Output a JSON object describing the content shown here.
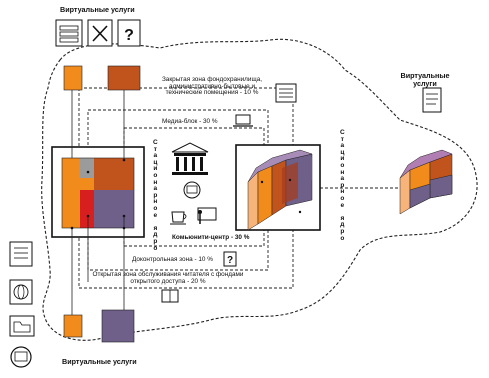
{
  "labels": {
    "virtual_services_top": "Виртуальные услуги",
    "virtual_services_right": "Виртуальные\nуслуги",
    "virtual_services_bottom": "Виртуальные услуги",
    "closed_zone": "Закрытая зона фондохранилища,\nадминистративно-бытовые и\nтехнические помещения - 10 %",
    "media_block": "Медиа-блок - 30 %",
    "community_center": "Комьюнити-центр - 30 %",
    "precontrol_zone": "Доконтрольная зона - 10 %",
    "open_zone": "Открытая зона обслуживания читателя с фондами\nоткрытого доступа - 20 %",
    "stationary_core": "Стационарное ядро"
  },
  "icons": {
    "top": [
      "books-icon",
      "tools-icon",
      "question-icon"
    ],
    "left": [
      "catalog-icon",
      "globe-icon",
      "folder-icon",
      "person-icon"
    ],
    "center": [
      "library-building-icon",
      "gallery-icon",
      "coffee-icon",
      "lecture-icon"
    ],
    "small": [
      "list-icon",
      "laptop-icon",
      "question-small-icon",
      "reader-icon"
    ],
    "right": [
      "document-icon"
    ]
  },
  "colors": {
    "orange": "#f08b1c",
    "rust": "#c1541c",
    "red": "#d81f1f",
    "purple": "#6e6089",
    "gray": "#9b9b9b",
    "light_orange": "#f6b37a",
    "dark_red": "#a53c1d",
    "line": "#222222"
  }
}
